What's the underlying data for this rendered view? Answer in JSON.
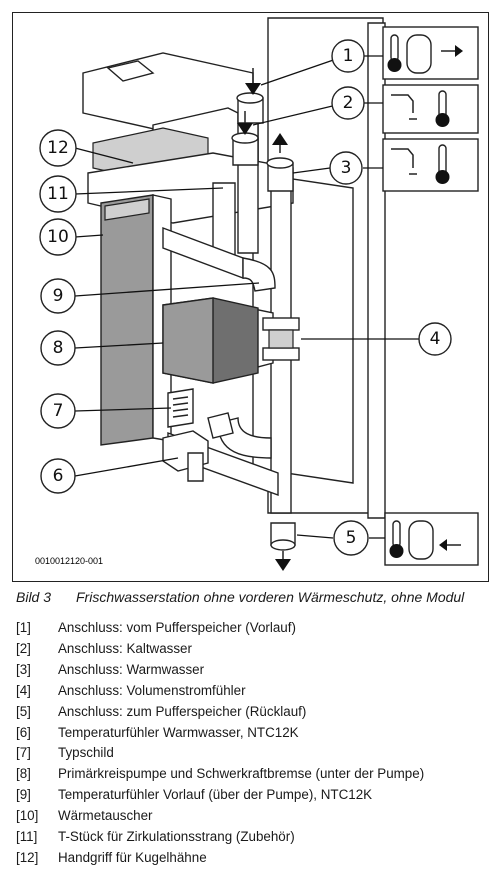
{
  "figure": {
    "code": "0010012120-001",
    "callouts": [
      "1",
      "2",
      "3",
      "4",
      "5",
      "6",
      "7",
      "8",
      "9",
      "10",
      "11",
      "12"
    ]
  },
  "caption": {
    "number": "Bild 3",
    "text": "Frischwasserstation ohne vorderen Wärmeschutz, ohne Modul"
  },
  "legend": [
    {
      "index": "[1]",
      "text": "Anschluss: vom Pufferspeicher (Vorlauf)"
    },
    {
      "index": "[2]",
      "text": "Anschluss: Kaltwasser"
    },
    {
      "index": "[3]",
      "text": "Anschluss: Warmwasser"
    },
    {
      "index": "[4]",
      "text": "Anschluss: Volumenstromfühler"
    },
    {
      "index": "[5]",
      "text": "Anschluss: zum Pufferspeicher (Rücklauf)"
    },
    {
      "index": "[6]",
      "text": "Temperaturfühler Warmwasser, NTC12K"
    },
    {
      "index": "[7]",
      "text": "Typschild"
    },
    {
      "index": "[8]",
      "text": "Primärkreispumpe und Schwerkraftbremse (unter der Pumpe)"
    },
    {
      "index": "[9]",
      "text": "Temperaturfühler Vorlauf (über der Pumpe), NTC12K"
    },
    {
      "index": "[10]",
      "text": "Wärmetauscher"
    },
    {
      "index": "[11]",
      "text": "T-Stück für Zirkulationsstrang (Zubehör)"
    },
    {
      "index": "[12]",
      "text": "Handgriff für Kugelhähne"
    }
  ]
}
